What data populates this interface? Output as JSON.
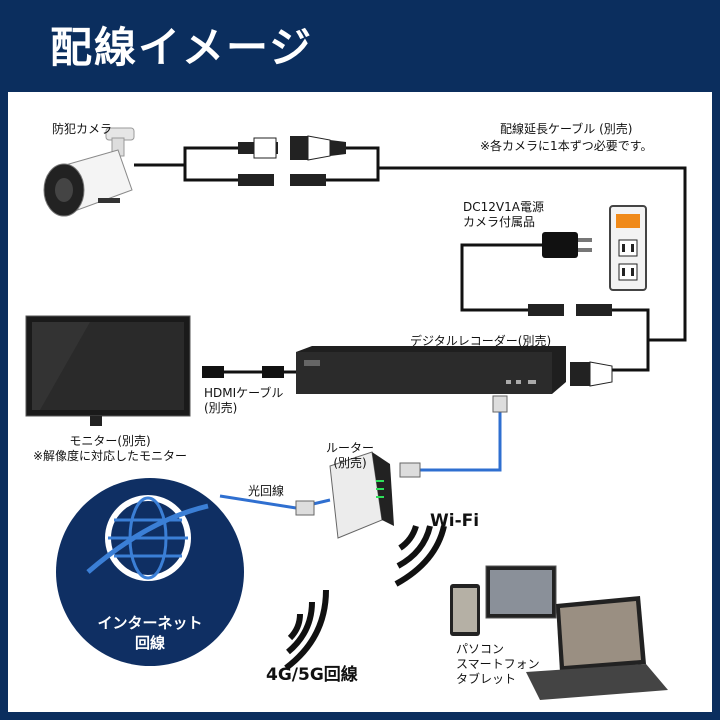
{
  "title": "配線イメージ",
  "labels": {
    "camera": "防犯カメラ",
    "cable_ext_line1": "配線延長ケーブル (別売)",
    "cable_ext_line2": "※各カメラに1本ずつ必要です。",
    "power_line1": "DC12V1A電源",
    "power_line2": "カメラ付属品",
    "recorder": "デジタルレコーダー(別売)",
    "hdmi_line1": "HDMIケーブル",
    "hdmi_line2": "(別売)",
    "monitor_line1": "モニター(別売)",
    "monitor_line2": "※解像度に対応したモニター",
    "router_line1": "ルーター",
    "router_line2": "(別売)",
    "fiber": "光回線",
    "wifi": "Wi-Fi",
    "internet_line1": "インターネット",
    "internet_line2": "回線",
    "mobile": "4G/5G回線",
    "devices_line1": "パソコン",
    "devices_line2": "スマートフォン",
    "devices_line3": "タブレット"
  },
  "colors": {
    "frame": "#0b2e5e",
    "globe_circle": "#0f2f63",
    "globe": "#3b7fd6",
    "lan_cable": "#2f6fd0",
    "fiber_cable": "#2f6fd0"
  },
  "icons": [
    "camera-icon",
    "bnc-connector-icon",
    "power-adapter-icon",
    "wall-outlet-icon",
    "monitor-icon",
    "recorder-icon",
    "router-icon",
    "globe-icon",
    "wifi-signal-icon",
    "devices-icon"
  ]
}
